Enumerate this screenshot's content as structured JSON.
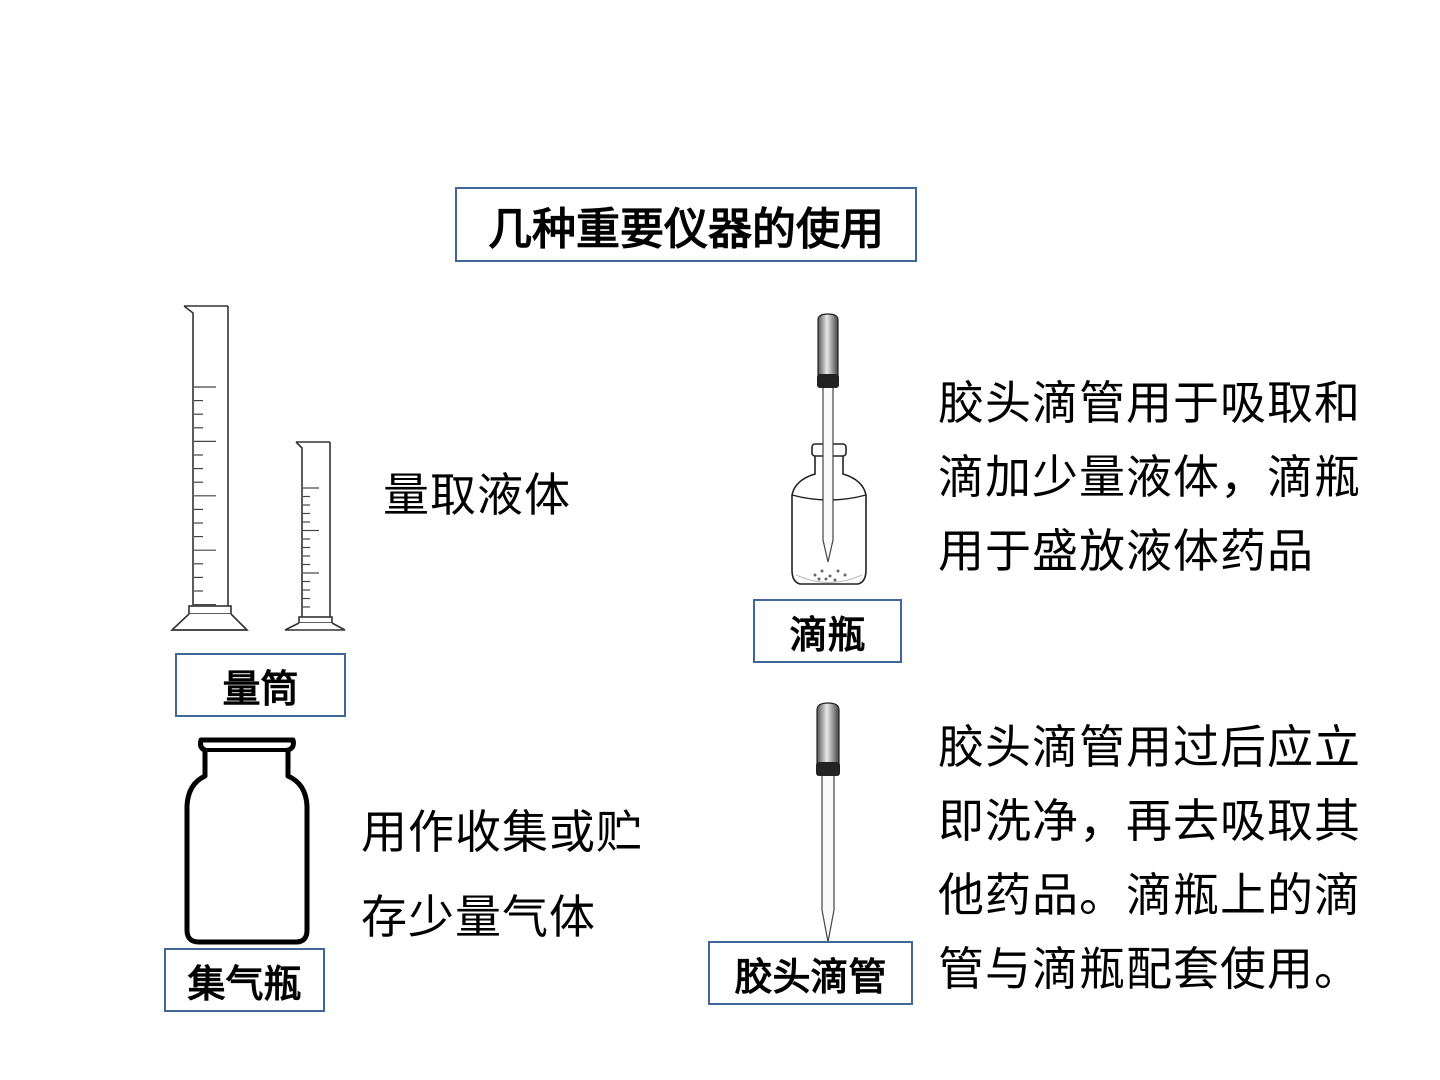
{
  "title": "几种重要仪器的使用",
  "instruments": {
    "cylinder": {
      "label": "量筒",
      "desc_lines": [
        "量取液体"
      ]
    },
    "gas_bottle": {
      "label": "集气瓶",
      "desc_lines": [
        "用作收集或贮",
        "存少量气体"
      ]
    },
    "dropper_bottle": {
      "label": "滴瓶",
      "desc_lines": [
        "胶头滴管用于吸取和",
        "滴加少量液体，滴瓶",
        "用于盛放液体药品"
      ]
    },
    "dropper": {
      "label": "胶头滴管",
      "desc_lines": [
        "胶头滴管用过后应立",
        "即洗净，再去吸取其",
        "他药品。滴瓶上的滴",
        "管与滴瓶配套使用。"
      ]
    }
  },
  "colors": {
    "label_border": "#41679a"
  }
}
